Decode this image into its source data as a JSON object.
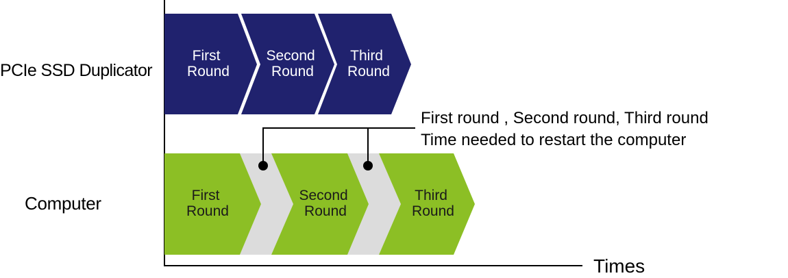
{
  "colors": {
    "duplicator": "#20226e",
    "computer": "#8cbf25",
    "restart": "#dcdcdc",
    "axis": "#000000",
    "chevron_text_light": "#ffffff",
    "chevron_text_dark": "#1a1a1a"
  },
  "rows": {
    "duplicator_label": "PCIe SSD Duplicator",
    "computer_label": "Computer"
  },
  "duplicator_rounds": [
    {
      "line1": "First",
      "line2": "Round"
    },
    {
      "line1": "Second",
      "line2": "Round"
    },
    {
      "line1": "Third",
      "line2": "Round"
    }
  ],
  "computer_rounds": [
    {
      "line1": "First",
      "line2": "Round"
    },
    {
      "line1": "Second",
      "line2": "Round"
    },
    {
      "line1": "Third",
      "line2": "Round"
    }
  ],
  "note": {
    "line1": "First round , Second round, Third round",
    "line2": "Time needed to restart the computer"
  },
  "axis": {
    "x_label": "Times"
  }
}
